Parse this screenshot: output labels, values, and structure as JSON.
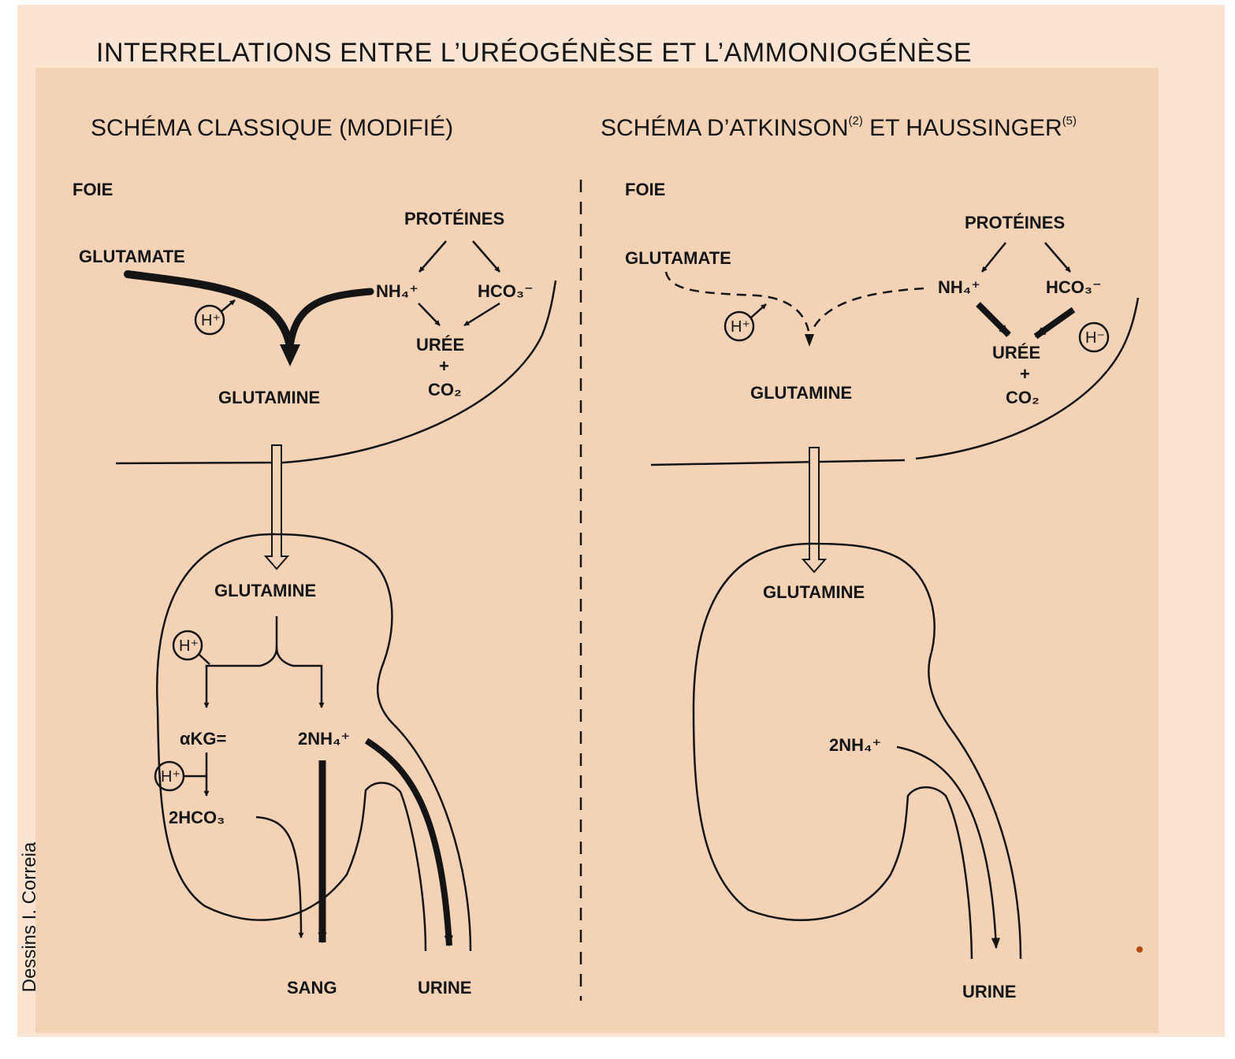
{
  "title": "INTERRELATIONS  ENTRE  L’URÉOGÉNÈSE ET L’AMMONIOGÉNÈSE",
  "credit": "Dessins I. Correia",
  "left": {
    "heading": "SCHÉMA CLASSIQUE (MODIFIÉ)",
    "organ": "FOIE",
    "proteins": "PROTÉINES",
    "glutamate": "GLUTAMATE",
    "nh4": "NH₄⁺",
    "hco3": "HCO₃⁻",
    "urea": "URÉE",
    "plus": "+",
    "co2": "CO₂",
    "h_ion": "H⁺",
    "glutamine_liver": "GLUTAMINE",
    "glutamine_kidney": "GLUTAMINE",
    "akg": "αKG=",
    "nh4_2": "2NH₄⁺",
    "hco3_2": "2HCO₃",
    "blood": "SANG",
    "urine": "URINE"
  },
  "right": {
    "heading_main": "SCHÉMA D’ATKINSON",
    "ref1": "(2)",
    "heading_mid": " ET HAUSSINGER",
    "ref2": "(5)",
    "organ": "FOIE",
    "proteins": "PROTÉINES",
    "glutamate": "GLUTAMATE",
    "nh4": "NH₄⁺",
    "hco3": "HCO₃⁻",
    "urea": "URÉE",
    "plus": "+",
    "co2": "CO₂",
    "h_plus": "H⁺",
    "h_minus": "H⁻",
    "glutamine_liver": "GLUTAMINE",
    "glutamine_kidney": "GLUTAMINE",
    "nh4_2": "2NH₄⁺",
    "urine": "URINE"
  }
}
